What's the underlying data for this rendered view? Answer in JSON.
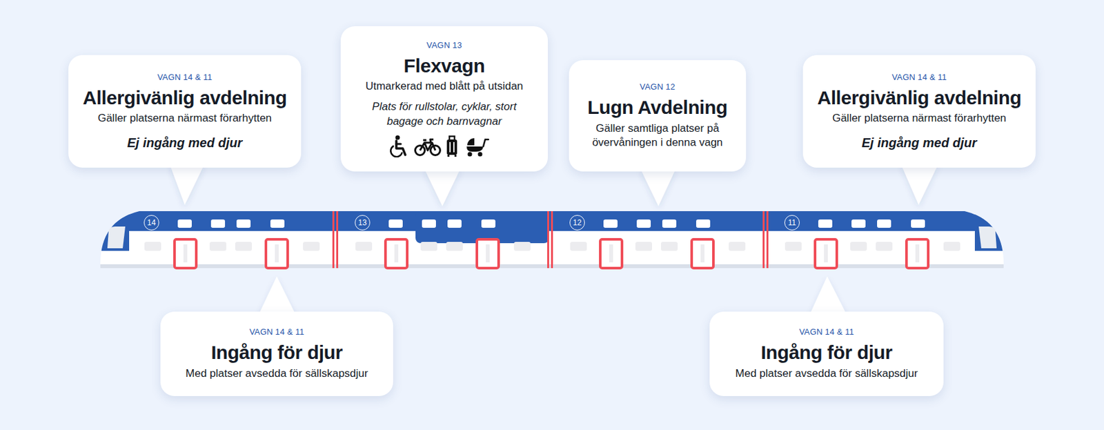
{
  "diagram": {
    "nodes": [
      {
        "text": [
          "VAGN 14 & 11",
          "Allergivänlig avdelning",
          "Gäller platserna närmast förarhytten",
          "Ej ingång med djur"
        ]
      },
      {
        "text": [
          "VAGN 13",
          "Flexvagn",
          "Utmarkerad med blått på utsidan",
          "Plats för rullstolar, cyklar, stort bagage och barnvagnar"
        ]
      },
      {
        "text": [
          "VAGN 12",
          "Lugn Avdelning",
          "Gäller samtliga platser på övervåningen i denna vagn"
        ]
      },
      {
        "text": [
          "VAGN 14 & 11",
          "Allergivänlig avdelning",
          "Gäller platserna närmast förarhytten",
          "Ej ingång med djur"
        ]
      },
      {
        "text": [
          "14"
        ]
      },
      {
        "text": [
          "13"
        ]
      },
      {
        "text": [
          "12"
        ]
      },
      {
        "text": [
          "11"
        ]
      },
      {
        "text": [
          "VAGN 14 & 11",
          "Ingång för djur",
          "Med platser avsedda för sällskapsdjur"
        ]
      },
      {
        "text": [
          "VAGN 14 & 11",
          "Ingång för djur",
          "Med platser avsedda för sällskapsdjur"
        ]
      }
    ]
  }
}
